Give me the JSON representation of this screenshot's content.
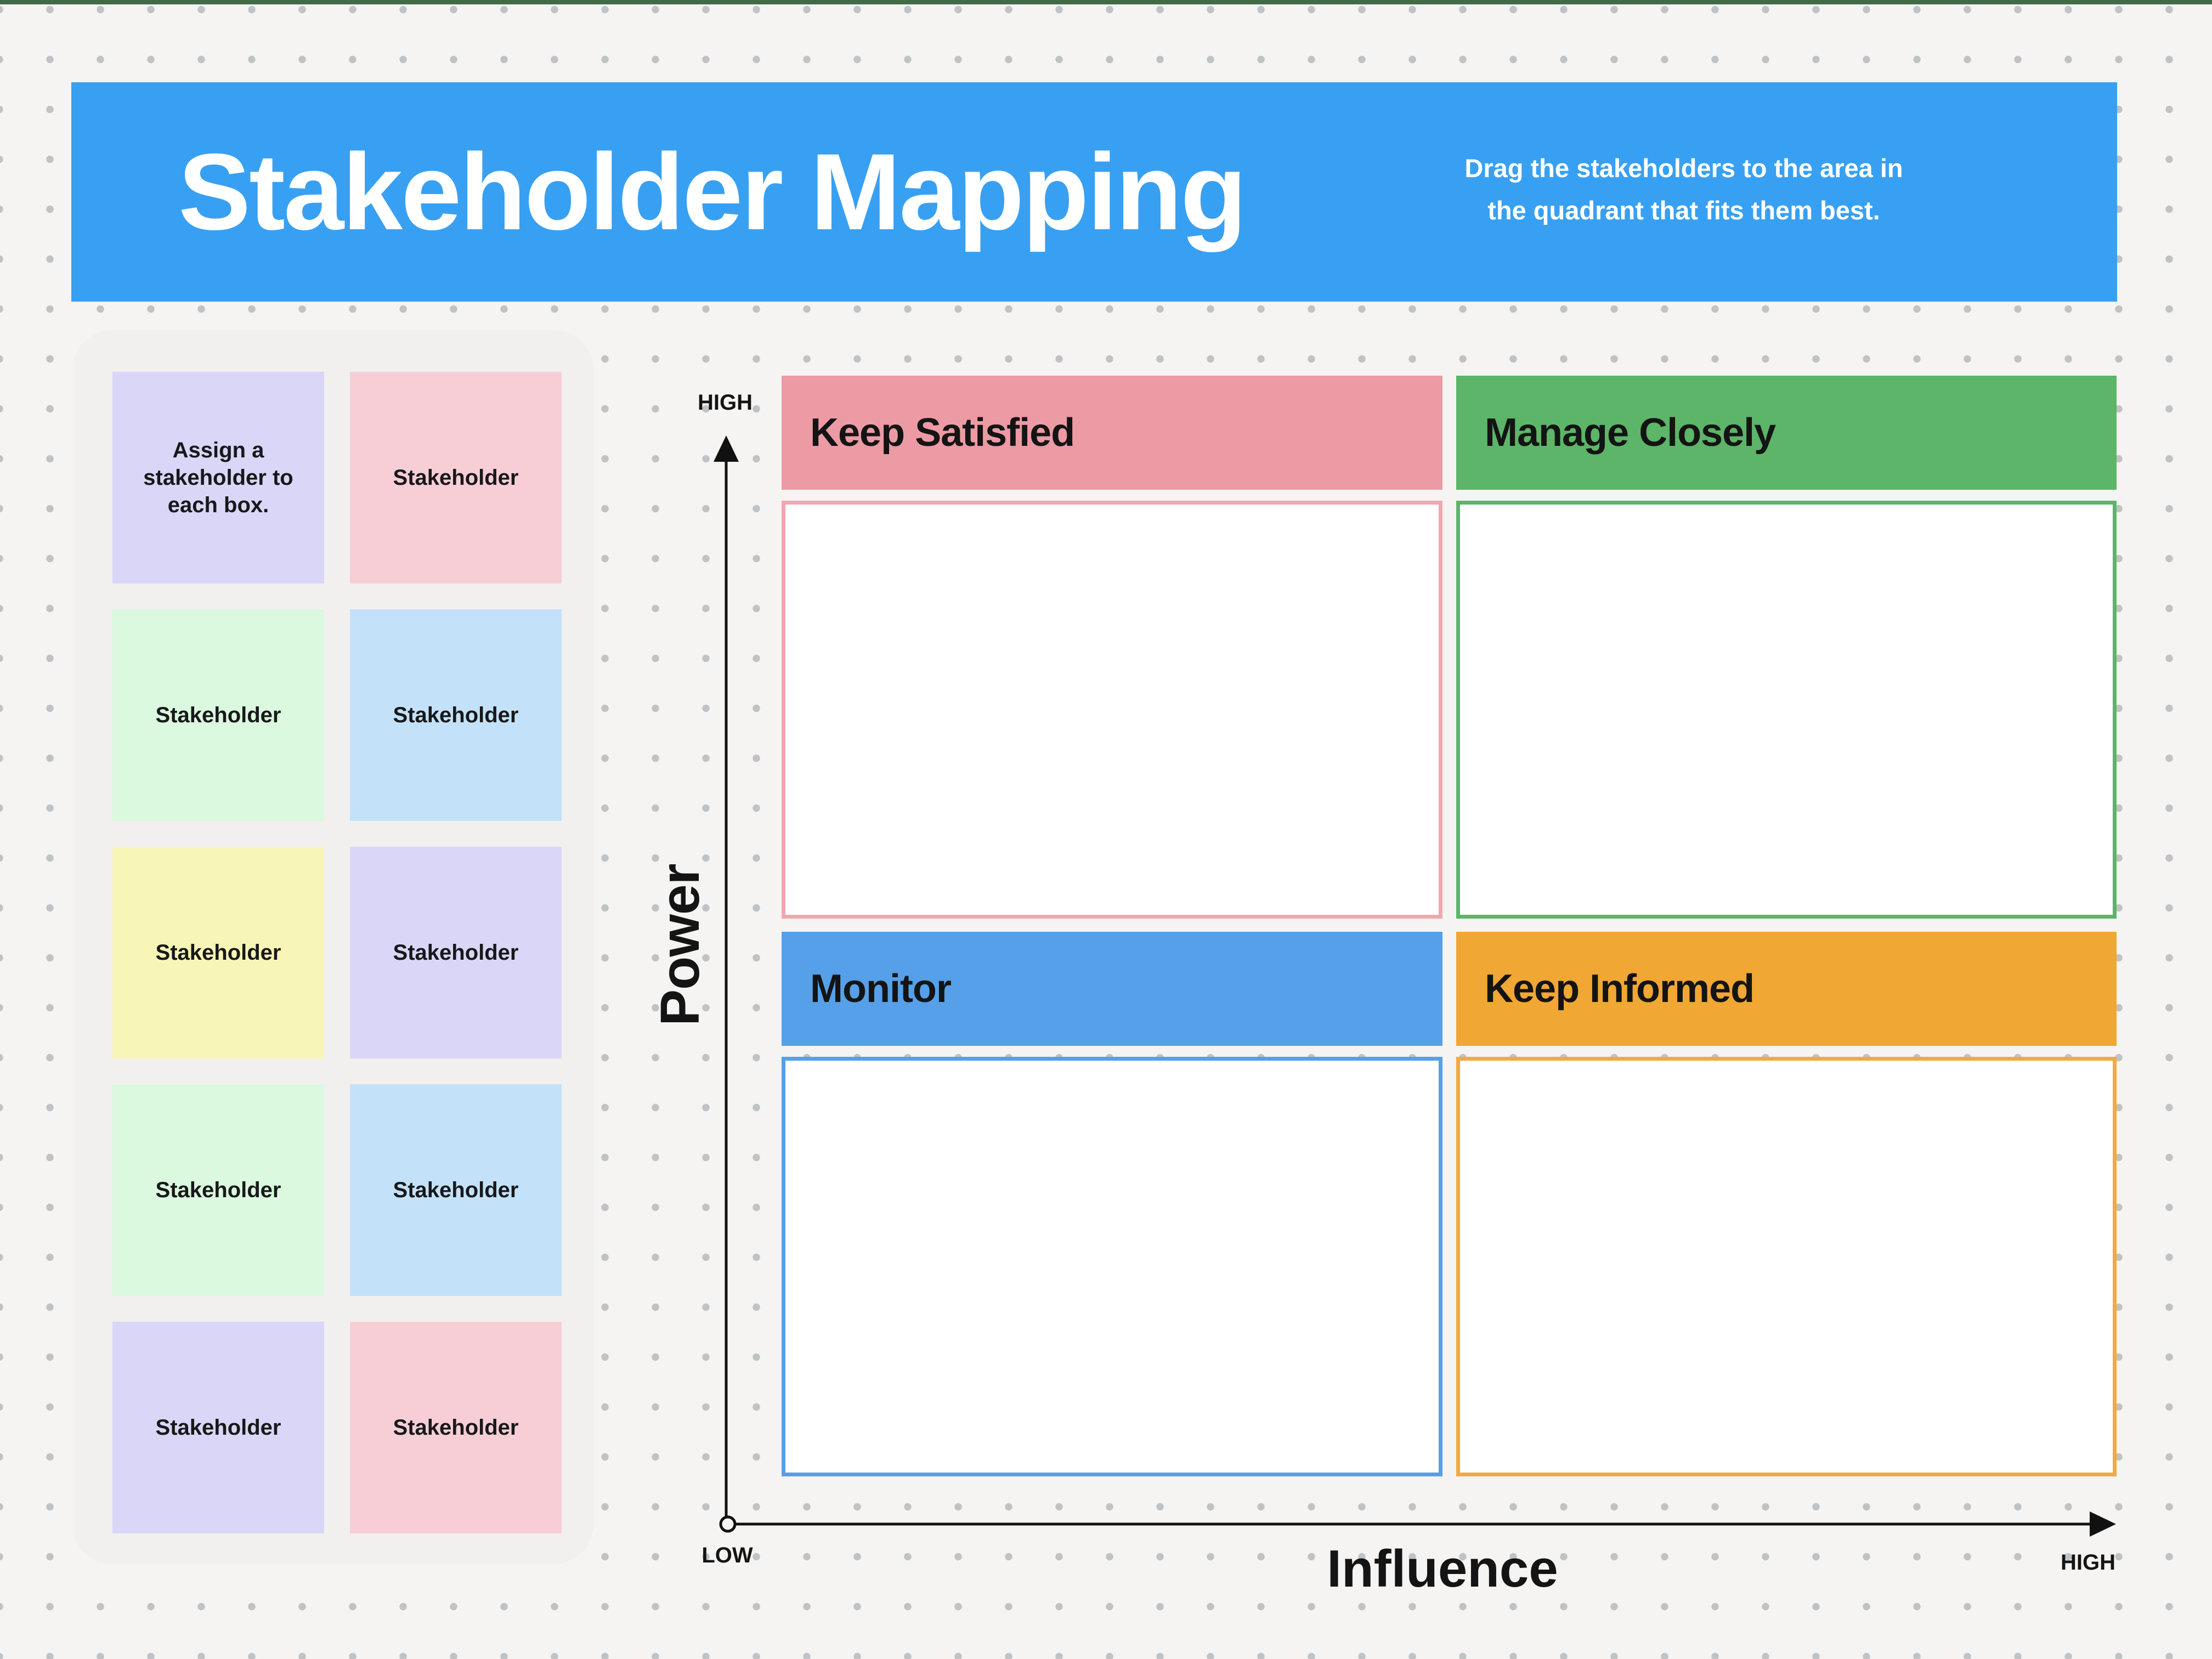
{
  "top_bar": {
    "color": "#3F6B46"
  },
  "canvas": {
    "background": "#F5F4F2",
    "dot_color": "#C0C3C6"
  },
  "banner": {
    "color": "#38A0F2",
    "title": "Stakeholder Mapping",
    "subtitle_line1": "Drag the stakeholders to the area in",
    "subtitle_line2": "the quadrant that fits them best."
  },
  "sticky_panel": {
    "background": "#F1F0EF",
    "notes": [
      {
        "label": "Assign a stakeholder to each box.",
        "color": "#D9D6F7"
      },
      {
        "label": "Stakeholder",
        "color": "#F7CED6"
      },
      {
        "label": "Stakeholder",
        "color": "#DAF9DE"
      },
      {
        "label": "Stakeholder",
        "color": "#C3E2F9"
      },
      {
        "label": "Stakeholder",
        "color": "#F7F6B6"
      },
      {
        "label": "Stakeholder",
        "color": "#D9D6F7"
      },
      {
        "label": "Stakeholder",
        "color": "#DAF9DE"
      },
      {
        "label": "Stakeholder",
        "color": "#C3E2F9"
      },
      {
        "label": "Stakeholder",
        "color": "#D9D6F7"
      },
      {
        "label": "Stakeholder",
        "color": "#F7CED6"
      }
    ]
  },
  "quadrants": [
    {
      "label": "Keep Satisfied",
      "color": "#EC9AA4",
      "border_color": "#F2A7B0"
    },
    {
      "label": "Manage Closely",
      "color": "#5CB568",
      "border_color": "#5CB568"
    },
    {
      "label": "Monitor",
      "color": "#55A0E8",
      "border_color": "#55A0E8"
    },
    {
      "label": "Keep Informed",
      "color": "#F0A733",
      "border_color": "#F2A942"
    }
  ],
  "axes": {
    "y_label": "Power",
    "x_label": "Influence",
    "y_high": "HIGH",
    "y_low": "LOW",
    "x_high": "HIGH",
    "line_color": "#111111"
  }
}
